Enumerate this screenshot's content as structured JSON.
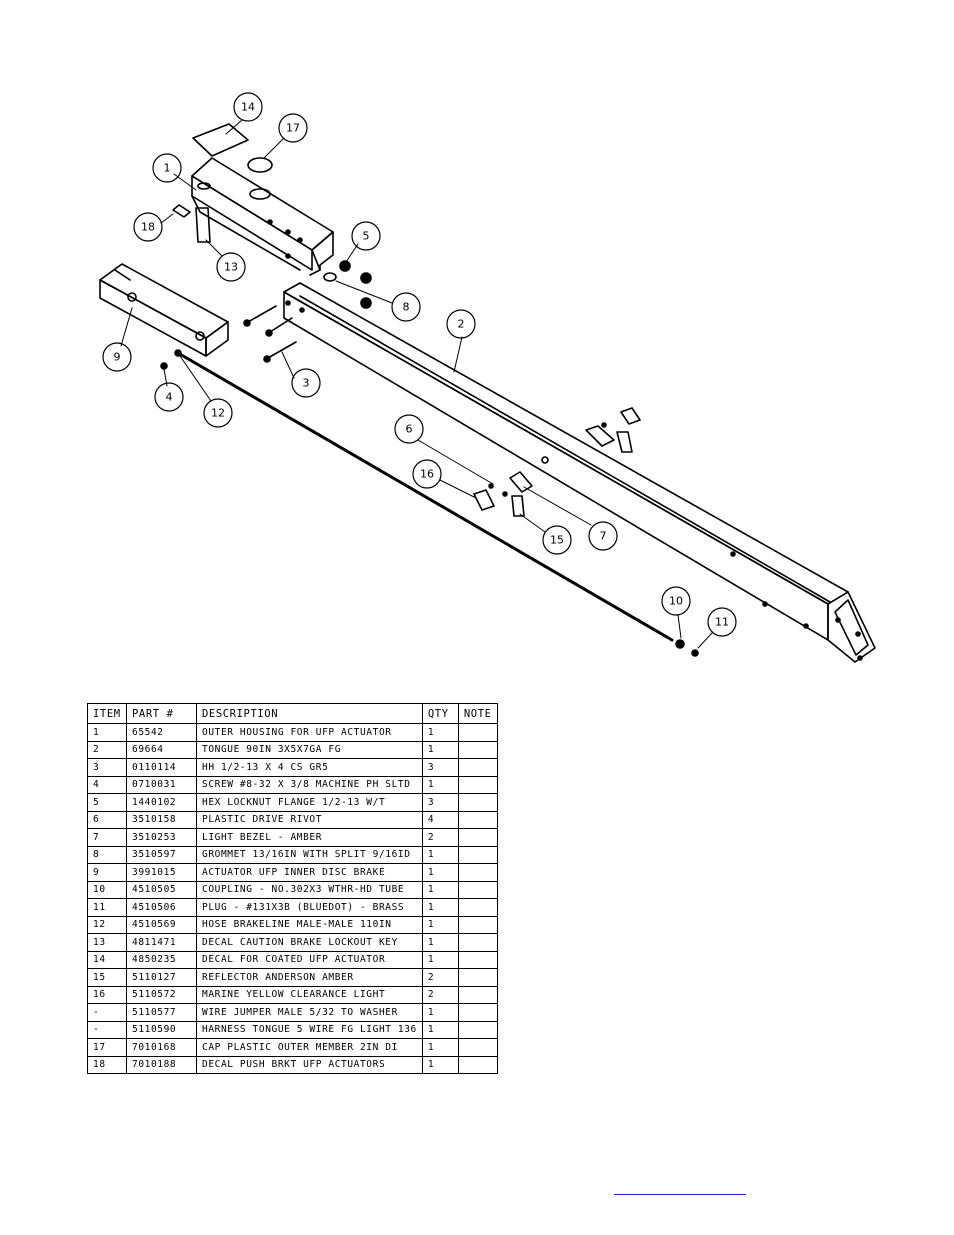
{
  "callouts": [
    "14",
    "17",
    "1",
    "18",
    "13",
    "5",
    "8",
    "9",
    "2",
    "3",
    "4",
    "12",
    "6",
    "16",
    "7",
    "15",
    "10",
    "11"
  ],
  "table": {
    "headers": [
      "ITEM",
      "PART #",
      "DESCRIPTION",
      "QTY",
      "NOTE"
    ],
    "rows": [
      [
        "1",
        "65542",
        "OUTER HOUSING FOR UFP ACTUATOR",
        "1",
        ""
      ],
      [
        "2",
        "69664",
        "TONGUE 90IN 3X5X7GA FG",
        "1",
        ""
      ],
      [
        "3",
        "0110114",
        "HH 1/2-13 X 4 CS GR5",
        "3",
        ""
      ],
      [
        "4",
        "0710031",
        "SCREW #8-32 X 3/8 MACHINE PH SLTD",
        "1",
        ""
      ],
      [
        "5",
        "1440102",
        "HEX LOCKNUT FLANGE 1/2-13 W/T",
        "3",
        ""
      ],
      [
        "6",
        "3510158",
        "PLASTIC DRIVE RIVOT",
        "4",
        ""
      ],
      [
        "7",
        "3510253",
        "LIGHT BEZEL - AMBER",
        "2",
        ""
      ],
      [
        "8",
        "3510597",
        "GROMMET 13/16IN  WITH SPLIT 9/16ID",
        "1",
        ""
      ],
      [
        "9",
        "3991015",
        "ACTUATOR UFP INNER  DISC BRAKE",
        "1",
        ""
      ],
      [
        "10",
        "4510505",
        "COUPLING - NO.302X3 WTHR-HD TUBE",
        "1",
        ""
      ],
      [
        "11",
        "4510506",
        "PLUG - #131X3B (BLUEDOT) - BRASS",
        "1",
        ""
      ],
      [
        "12",
        "4510569",
        "HOSE BRAKELINE MALE-MALE 110IN",
        "1",
        ""
      ],
      [
        "13",
        "4811471",
        "DECAL CAUTION BRAKE LOCKOUT KEY",
        "1",
        ""
      ],
      [
        "14",
        "4850235",
        "DECAL FOR COATED UFP ACTUATOR",
        "1",
        ""
      ],
      [
        "15",
        "5110127",
        "REFLECTOR ANDERSON AMBER",
        "2",
        ""
      ],
      [
        "16",
        "5110572",
        "MARINE YELLOW CLEARANCE LIGHT",
        "2",
        ""
      ],
      [
        "-",
        "5110577",
        "WIRE JUMPER MALE 5/32 TO WASHER",
        "1",
        ""
      ],
      [
        "-",
        "5110590",
        "HARNESS TONGUE 5 WIRE FG LIGHT 136",
        "1",
        ""
      ],
      [
        "17",
        "7010168",
        "CAP  PLASTIC OUTER MEMBER 2IN DI",
        "1",
        ""
      ],
      [
        "18",
        "7010188",
        "DECAL PUSH BRKT UFP ACTUATORS",
        "1",
        ""
      ]
    ]
  },
  "colors": {
    "line": "#000000",
    "link": "#1a1aff"
  }
}
